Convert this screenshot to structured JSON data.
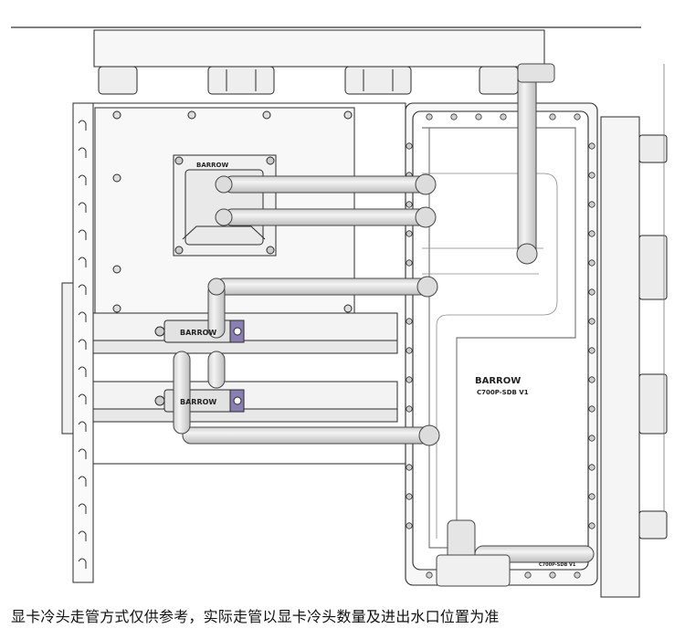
{
  "diagram": {
    "cpu_block_brand": "BARROW",
    "gpu_bridge_top_brand": "BARROW",
    "gpu_bridge_bottom_brand": "BARROW",
    "distro_brand": "BARROW",
    "distro_model": "C700P-SDB V1",
    "distro_model_small": "C700P-SDB V1",
    "caption": "显卡冷头走管方式仅供参考，实际走管以显卡冷头数量及进出水口位置为准"
  },
  "colors": {
    "line": "#2a2a2a",
    "panel": "#f6f6f6",
    "tube": "#e4e4e4",
    "fitting": "#d8d8d8",
    "accent": "#8a7fb3"
  }
}
